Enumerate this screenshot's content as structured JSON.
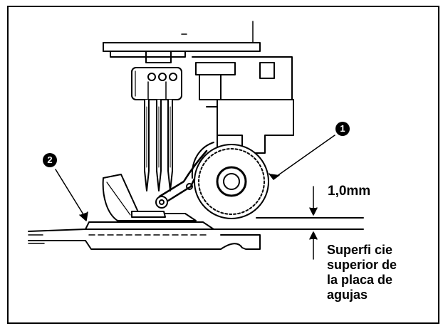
{
  "callouts": {
    "one": "1",
    "two": "2"
  },
  "measurement": {
    "gap": "1,0mm"
  },
  "surface_label": {
    "lines": [
      "Superfi cie",
      "superior de",
      "la placa de",
      "agujas"
    ]
  },
  "colors": {
    "ink": "#000000",
    "paper": "#ffffff"
  }
}
